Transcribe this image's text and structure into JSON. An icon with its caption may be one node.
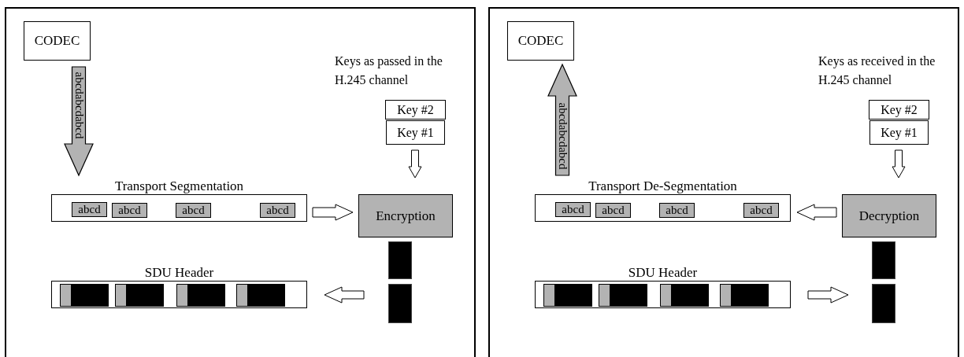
{
  "diagram": {
    "nodes": [
      {
        "text": [],
        "shape": "box"
      },
      {
        "text": [
          "CODEC"
        ],
        "in": 0
      },
      {
        "text": [
          "Key #2"
        ],
        "in": 0
      },
      {
        "text": [
          "Key #1"
        ],
        "in": 0
      },
      {
        "text": [
          "Transport Segmentation"
        ],
        "in": 0
      },
      {
        "text": [
          "abcd"
        ],
        "in": 4
      },
      {
        "text": [
          "abcd"
        ],
        "in": 4
      },
      {
        "text": [
          "abcd"
        ],
        "in": 4
      },
      {
        "text": [
          "abcd"
        ],
        "in": 4
      },
      {
        "text": [
          "Encryption"
        ],
        "in": 0
      },
      {
        "text": [],
        "shape": "bar",
        "in": 0
      },
      {
        "text": [],
        "shape": "bar",
        "in": 0
      },
      {
        "text": [
          "SDU Header"
        ],
        "in": 0
      },
      {
        "text": [],
        "shape": "bar",
        "in": 12
      },
      {
        "text": [],
        "shape": "bar",
        "in": 12
      },
      {
        "text": [],
        "shape": "bar",
        "in": 12
      },
      {
        "text": [],
        "shape": "bar",
        "in": 12
      },
      {
        "text": [],
        "shape": "box"
      },
      {
        "text": [
          "CODEC"
        ],
        "in": 17
      },
      {
        "text": [
          "Key #2"
        ],
        "in": 17
      },
      {
        "text": [
          "Key #1"
        ],
        "in": 17
      },
      {
        "text": [
          "Transport De-Segmentation"
        ],
        "in": 17
      },
      {
        "text": [
          "abcd"
        ],
        "in": 21
      },
      {
        "text": [
          "abcd"
        ],
        "in": 21
      },
      {
        "text": [
          "abcd"
        ],
        "in": 21
      },
      {
        "text": [
          "abcd"
        ],
        "in": 21
      },
      {
        "text": [
          "Decryption"
        ],
        "in": 17
      },
      {
        "text": [],
        "shape": "bar",
        "in": 17
      },
      {
        "text": [],
        "shape": "bar",
        "in": 17
      },
      {
        "text": [
          "SDU Header"
        ],
        "in": 17
      },
      {
        "text": [],
        "shape": "bar",
        "in": 29
      },
      {
        "text": [],
        "shape": "bar",
        "in": 29
      },
      {
        "text": [],
        "shape": "bar",
        "in": 29
      },
      {
        "text": [],
        "shape": "bar",
        "in": 29
      }
    ],
    "edges": [
      {
        "from": 1,
        "to": 4,
        "arrow": "to",
        "label": "abcdabcdabcd",
        "style": "thick"
      },
      {
        "from": 3,
        "to": 9,
        "arrow": "to"
      },
      {
        "from": 4,
        "to": 9,
        "arrow": "to"
      },
      {
        "from": 11,
        "to": 12,
        "arrow": "to"
      },
      {
        "from": 21,
        "to": 18,
        "arrow": "to",
        "label": "abcdabcdabcd",
        "style": "thick"
      },
      {
        "from": 20,
        "to": 26,
        "arrow": "to"
      },
      {
        "from": 26,
        "to": 21,
        "arrow": "to"
      },
      {
        "from": 29,
        "to": 28,
        "arrow": "to"
      }
    ],
    "labels": [
      "Keys as passed in the H.245 channel",
      "Keys as received in the H.245 channel"
    ]
  }
}
